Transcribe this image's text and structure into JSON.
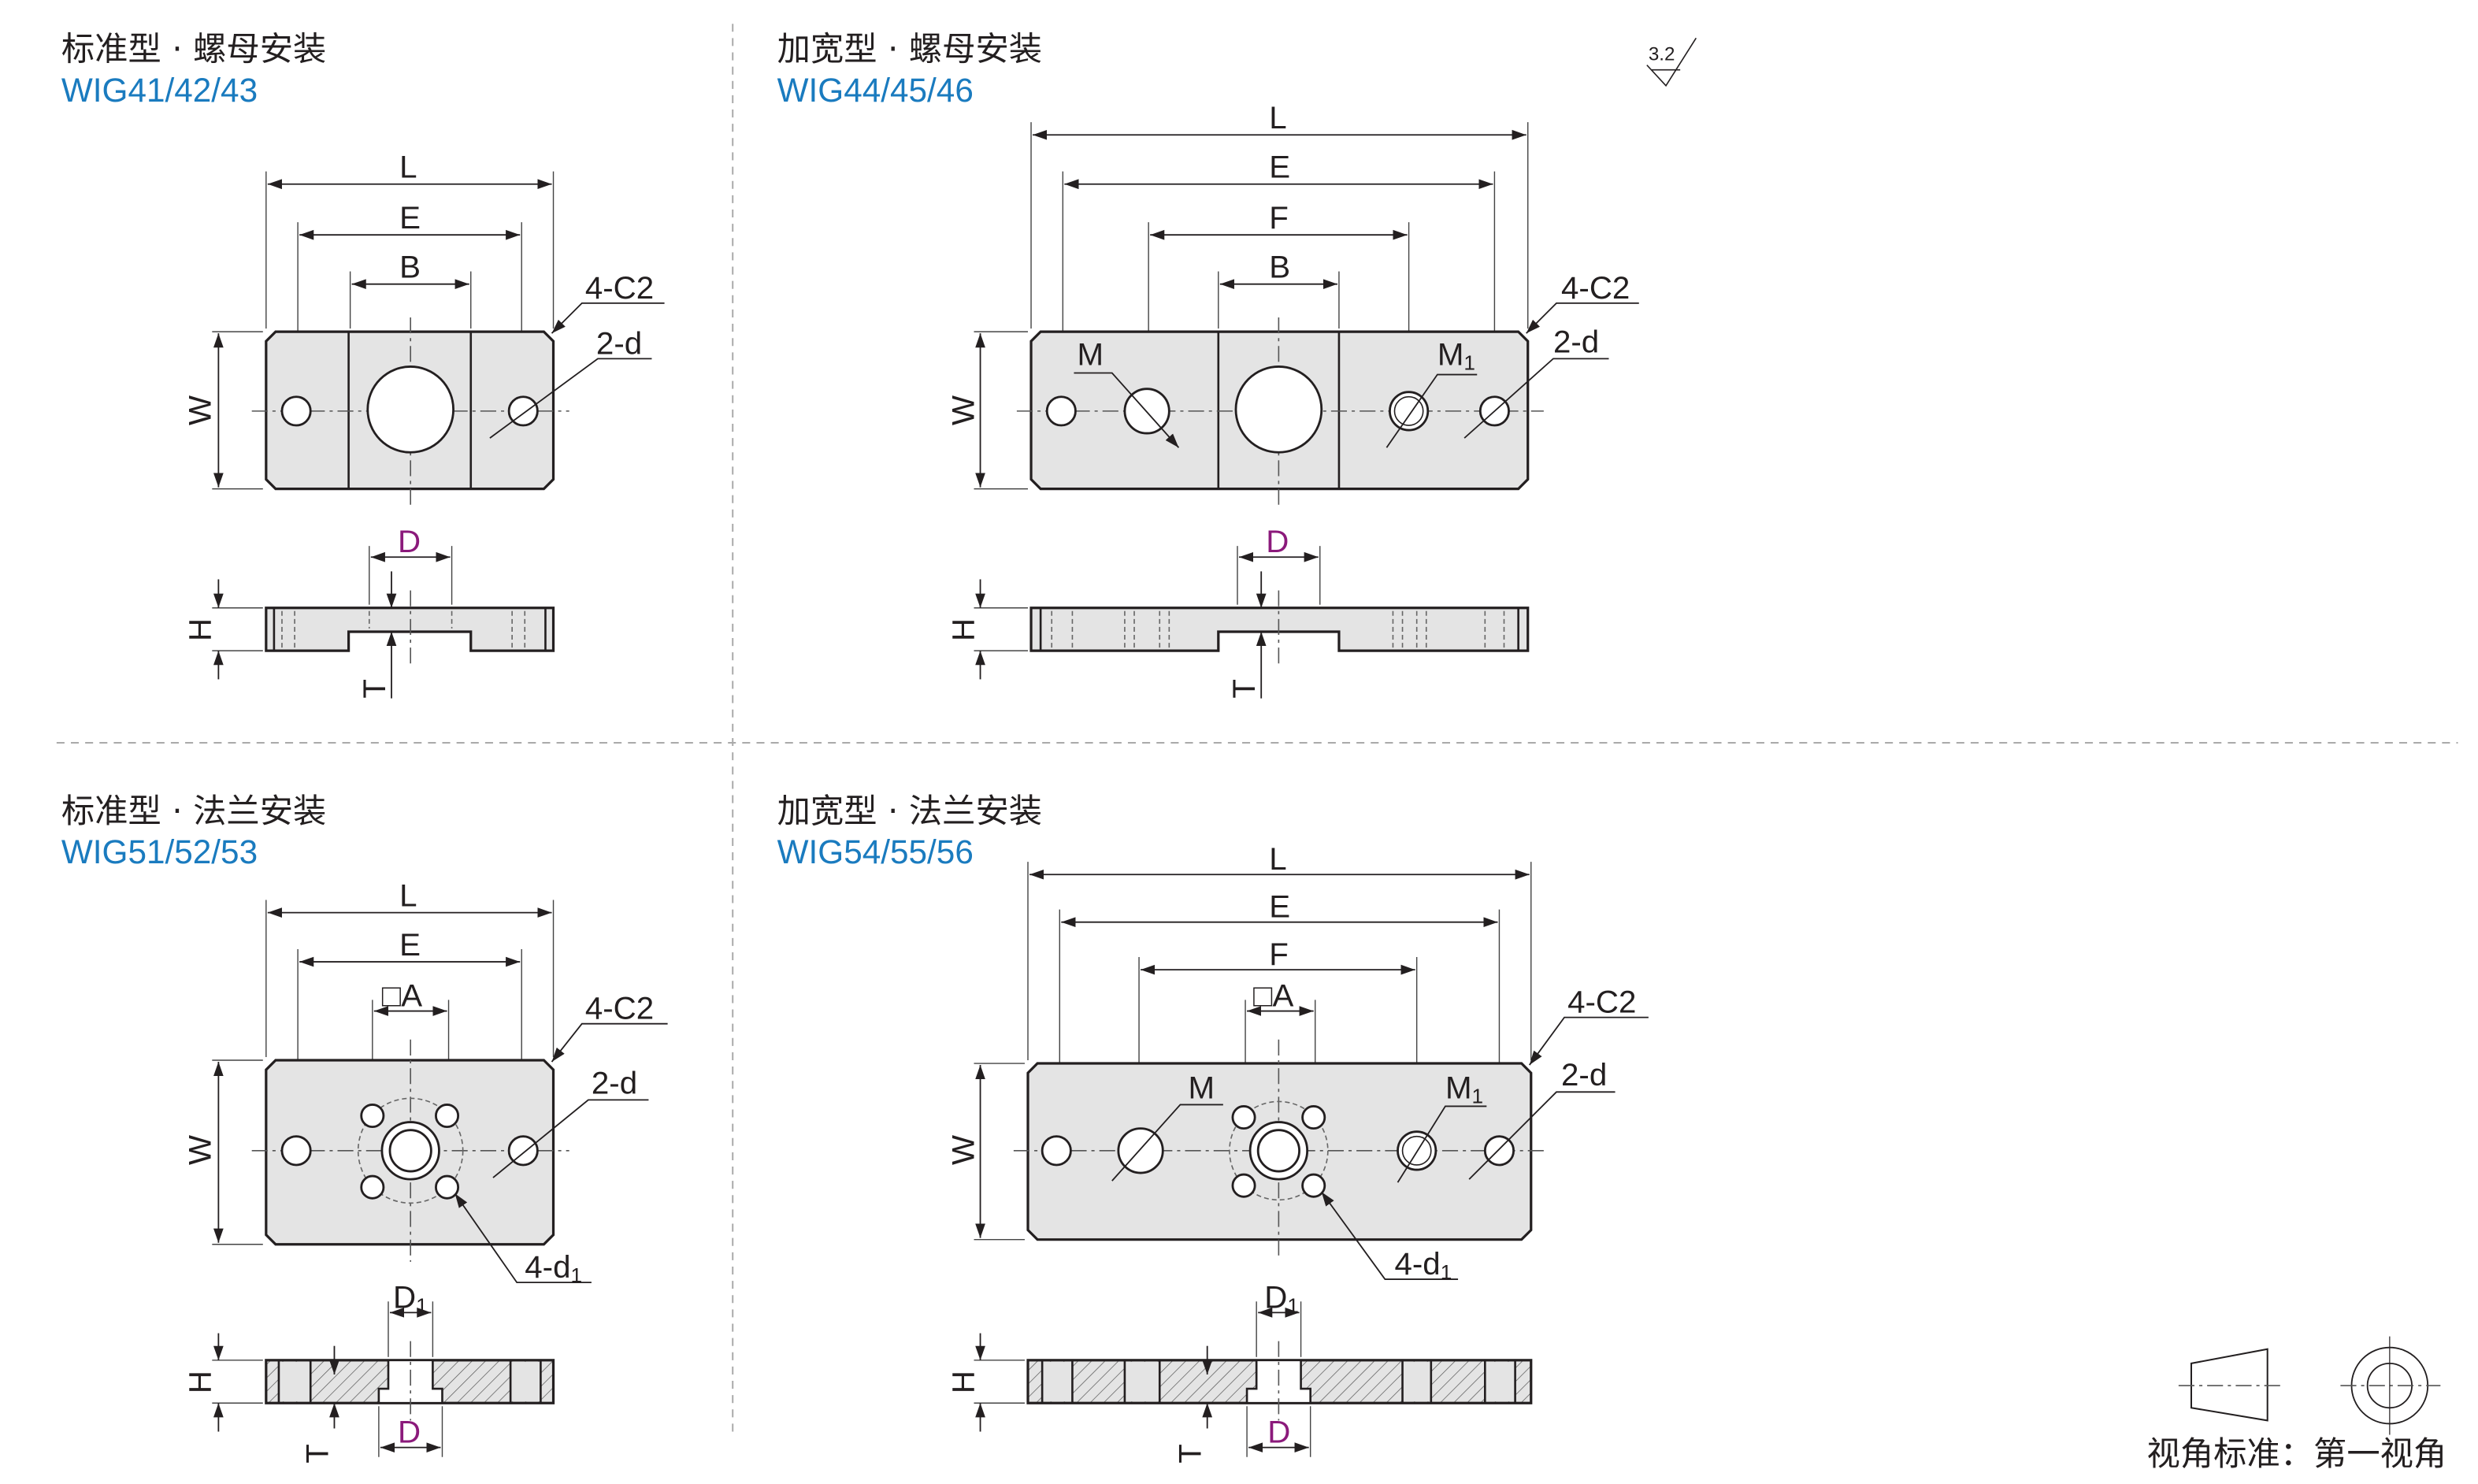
{
  "panels": [
    {
      "title": "标准型 · 螺母安装",
      "model": "WIG41/42/43"
    },
    {
      "title": "加宽型 · 螺母安装",
      "model": "WIG44/45/46"
    },
    {
      "title": "标准型 · 法兰安装",
      "model": "WIG51/52/53"
    },
    {
      "title": "加宽型 · 法兰安装",
      "model": "WIG54/55/56"
    }
  ],
  "dims": {
    "L": "L",
    "E": "E",
    "B": "B",
    "F": "F",
    "W": "W",
    "H": "H",
    "T": "T",
    "D": "D",
    "D1_base": "D",
    "D1_sub": "1",
    "M": "M",
    "M1_base": "M",
    "M1_sub": "1",
    "chamfer": "4-C2",
    "holes": "2-d",
    "flange_holes_base": "4-d",
    "flange_holes_sub": "1",
    "square_A": "□A"
  },
  "roughness": "3.2",
  "projection_note": "视角标准：第一视角",
  "colors": {
    "model": "#1a7bbf",
    "dim_highlight": "#8b1a7b",
    "plate": "#e4e4e4"
  }
}
